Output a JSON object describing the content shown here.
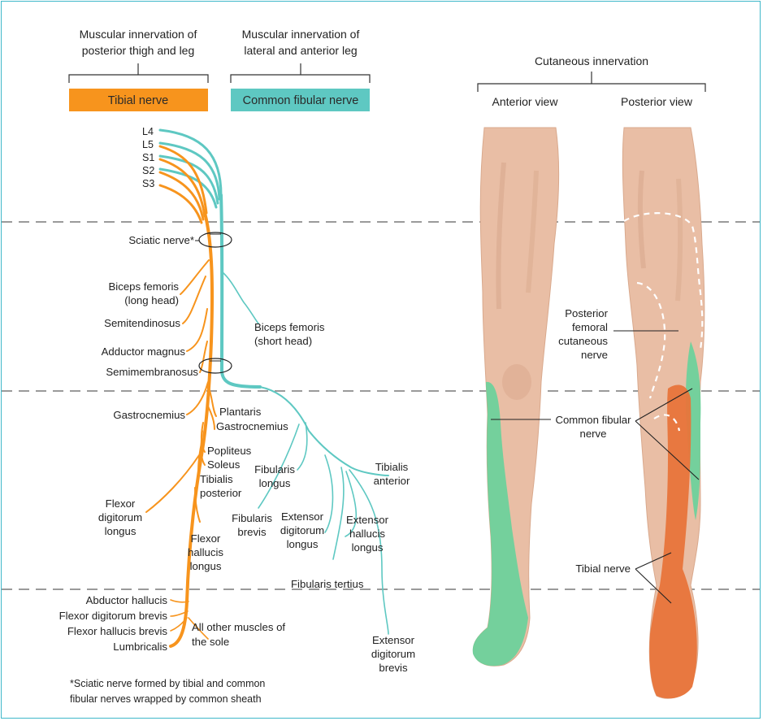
{
  "headers": {
    "posterior_line1": "Muscular innervation of",
    "posterior_line2": "posterior thigh and leg",
    "lateral_line1": "Muscular innervation of",
    "lateral_line2": "lateral and anterior leg",
    "cutaneous": "Cutaneous innervation",
    "anterior_view": "Anterior view",
    "posterior_view": "Posterior view"
  },
  "boxes": {
    "tibial": {
      "label": "Tibial nerve",
      "color": "#f7941d"
    },
    "common_fibular": {
      "label": "Common fibular nerve",
      "color": "#5ec8c2"
    }
  },
  "roots": [
    "L4",
    "L5",
    "S1",
    "S2",
    "S3"
  ],
  "labels": {
    "sciatic": "Sciatic nerve*",
    "biceps_long_1": "Biceps femoris",
    "biceps_long_2": "(long head)",
    "semitendinosus": "Semitendinosus",
    "adductor_magnus": "Adductor magnus",
    "semimembranosus": "Semimembranosus",
    "biceps_short_1": "Biceps femoris",
    "biceps_short_2": "(short head)",
    "gastrocnemius_left": "Gastrocnemius",
    "plantaris": "Plantaris",
    "gastrocnemius_right": "Gastrocnemius",
    "popliteus": "Popliteus",
    "soleus": "Soleus",
    "tib_post_1": "Tibialis",
    "tib_post_2": "posterior",
    "fdl_1": "Flexor",
    "fdl_2": "digitorum",
    "fdl_3": "longus",
    "fhl_1": "Flexor",
    "fhl_2": "hallucis",
    "fhl_3": "longus",
    "fib_longus_1": "Fibularis",
    "fib_longus_2": "longus",
    "fib_brevis_1": "Fibularis",
    "fib_brevis_2": "brevis",
    "edl_1": "Extensor",
    "edl_2": "digitorum",
    "edl_3": "longus",
    "ehl_1": "Extensor",
    "ehl_2": "hallucis",
    "ehl_3": "longus",
    "tib_ant_1": "Tibialis",
    "tib_ant_2": "anterior",
    "fib_tertius": "Fibularis tertius",
    "edb_1": "Extensor",
    "edb_2": "digitorum",
    "edb_3": "brevis",
    "abd_hallucis": "Abductor hallucis",
    "fdb": "Flexor digitorum brevis",
    "fhb": "Flexor hallucis brevis",
    "lumbricalis": "Lumbricalis",
    "sole_1": "All other muscles of",
    "sole_2": "the sole",
    "pfc_1": "Posterior",
    "pfc_2": "femoral",
    "pfc_3": "cutaneous",
    "pfc_4": "nerve",
    "cf_skin_1": "Common fibular",
    "cf_skin_2": "nerve",
    "tib_skin": "Tibial nerve"
  },
  "footnote": {
    "line1": "*Sciatic nerve formed by tibial and common",
    "line2": "fibular nerves wrapped by common sheath"
  },
  "colors": {
    "tibial": "#f7941d",
    "common_fibular": "#5ec8c2",
    "skin": "#e9bea5",
    "skin_dark": "#d9a98d",
    "green_zone": "#5fd39a",
    "orange_zone": "#e8743a",
    "frame": "#3fb8c9",
    "dashed": "#9a9a9a"
  }
}
